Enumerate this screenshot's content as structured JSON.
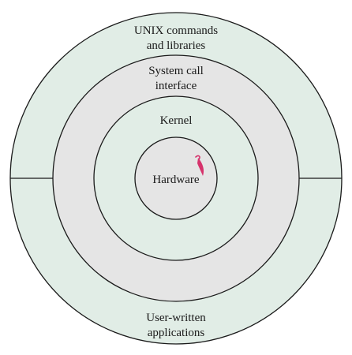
{
  "diagram": {
    "layers": {
      "outer_top": [
        "UNIX commands",
        "and libraries"
      ],
      "system_call": [
        "System call",
        "interface"
      ],
      "kernel": "Kernel",
      "hardware": "Hardware",
      "outer_bottom": [
        "User-written",
        "applications"
      ]
    },
    "colors": {
      "outer_ring": "#e1ede6",
      "system_call_ring": "#e5e5e5",
      "kernel_ring": "#e1ede6",
      "hardware_core": "#e5e5e5",
      "stroke": "#1a1a1a",
      "marker": "#d6336c"
    },
    "marker_icon": "red-curl-mark"
  }
}
